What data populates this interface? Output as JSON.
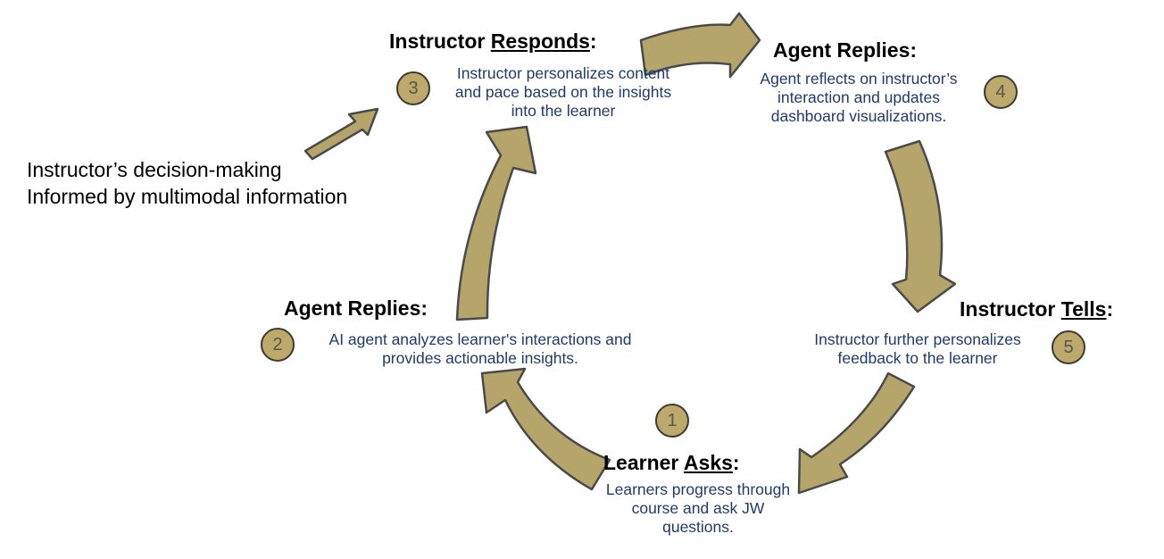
{
  "colors": {
    "arrow_fill": "#b5a56a",
    "arrow_stroke": "#4a4a4a",
    "badge_fill": "#bda96b",
    "description_text": "#1f3b6e",
    "title_text": "#000000"
  },
  "steps": [
    {
      "number": "1",
      "title_prefix": "Learner ",
      "title_keyword": "Asks",
      "title_suffix": ":",
      "description": "Learners progress through course and ask JW questions."
    },
    {
      "number": "2",
      "title_prefix": "Agent Replies:",
      "title_keyword": "",
      "title_suffix": "",
      "description": "AI agent analyzes learner's interactions and provides actionable insights."
    },
    {
      "number": "3",
      "title_prefix": "Instructor ",
      "title_keyword": "Responds",
      "title_suffix": ":",
      "description": "Instructor personalizes content and pace based on the insights into the learner"
    },
    {
      "number": "4",
      "title_prefix": "Agent Replies:",
      "title_keyword": "",
      "title_suffix": "",
      "description": "Agent reflects on instructor’s interaction and updates dashboard visualizations."
    },
    {
      "number": "5",
      "title_prefix": "Instructor ",
      "title_keyword": "Tells",
      "title_suffix": ":",
      "description": "Instructor further personalizes feedback to the learner"
    }
  ],
  "side_note": {
    "line1": "Instructor’s decision-making",
    "line2": "Informed by multimodal information"
  }
}
